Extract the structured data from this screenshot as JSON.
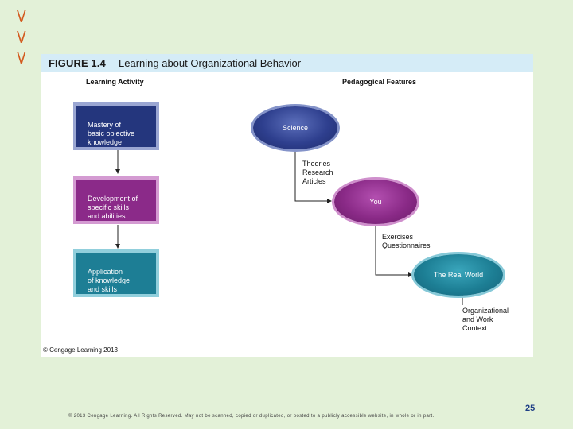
{
  "decor": {
    "chevrons": [
      "V",
      "V",
      "V"
    ],
    "chevron_color": "#d35a1e"
  },
  "figure": {
    "label": "FIGURE 1.4",
    "title": "Learning about Organizational Behavior",
    "header_bg": "#d5ecf7",
    "left_column_title": "Learning Activity",
    "right_column_title": "Pedagogical Features",
    "activities": [
      {
        "text": "Mastery of\nbasic objective\nknowledge",
        "color": "#24367d"
      },
      {
        "text": "Development of\nspecific skills\nand abilities",
        "color": "#8b2a89"
      },
      {
        "text": "Application\nof knowledge\nand skills",
        "color": "#1d7e95"
      }
    ],
    "features": [
      {
        "text": "Science",
        "color": "#2e3f8e"
      },
      {
        "text": "You",
        "color": "#8a2a87"
      },
      {
        "text": "The Real World",
        "color": "#1d7f95"
      }
    ],
    "connector_labels": [
      "Theories\nResearch\nArticles",
      "Exercises\nQuestionnaires",
      "Organizational\nand Work\nContext"
    ],
    "credit": "© Cengage Learning 2013"
  },
  "footer": {
    "copyright": "© 2013 Cengage Learning. All Rights Reserved. May not be scanned, copied or duplicated, or posted to a publicly accessible website, in whole or in part.",
    "page_number": "25"
  }
}
